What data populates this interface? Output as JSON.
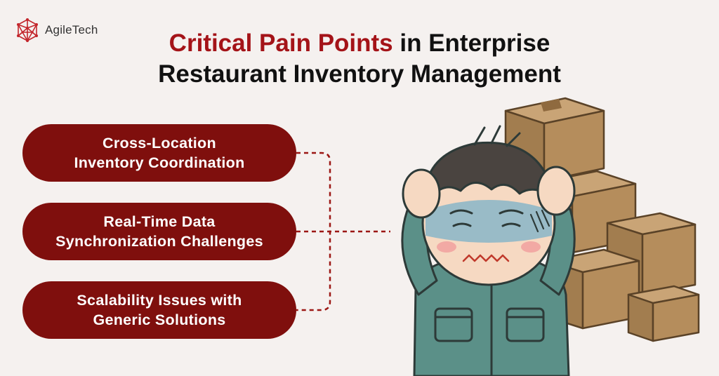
{
  "brand": {
    "logo_text": "AgileTech",
    "accent_color": "#a41318",
    "pill_color": "#7f0f0d"
  },
  "title": {
    "accent": "Critical Pain Points",
    "rest_line1": " in Enterprise",
    "line2": "Restaurant Inventory Management"
  },
  "pain_points": [
    {
      "label": "Cross-Location\nInventory Coordination"
    },
    {
      "label": "Real-Time Data\nSynchronization Challenges"
    },
    {
      "label": "Scalability Issues with\nGeneric Solutions"
    }
  ],
  "icons": {
    "logo": "geodesic-sphere-icon",
    "illustration": "stressed-worker-with-boxes"
  }
}
